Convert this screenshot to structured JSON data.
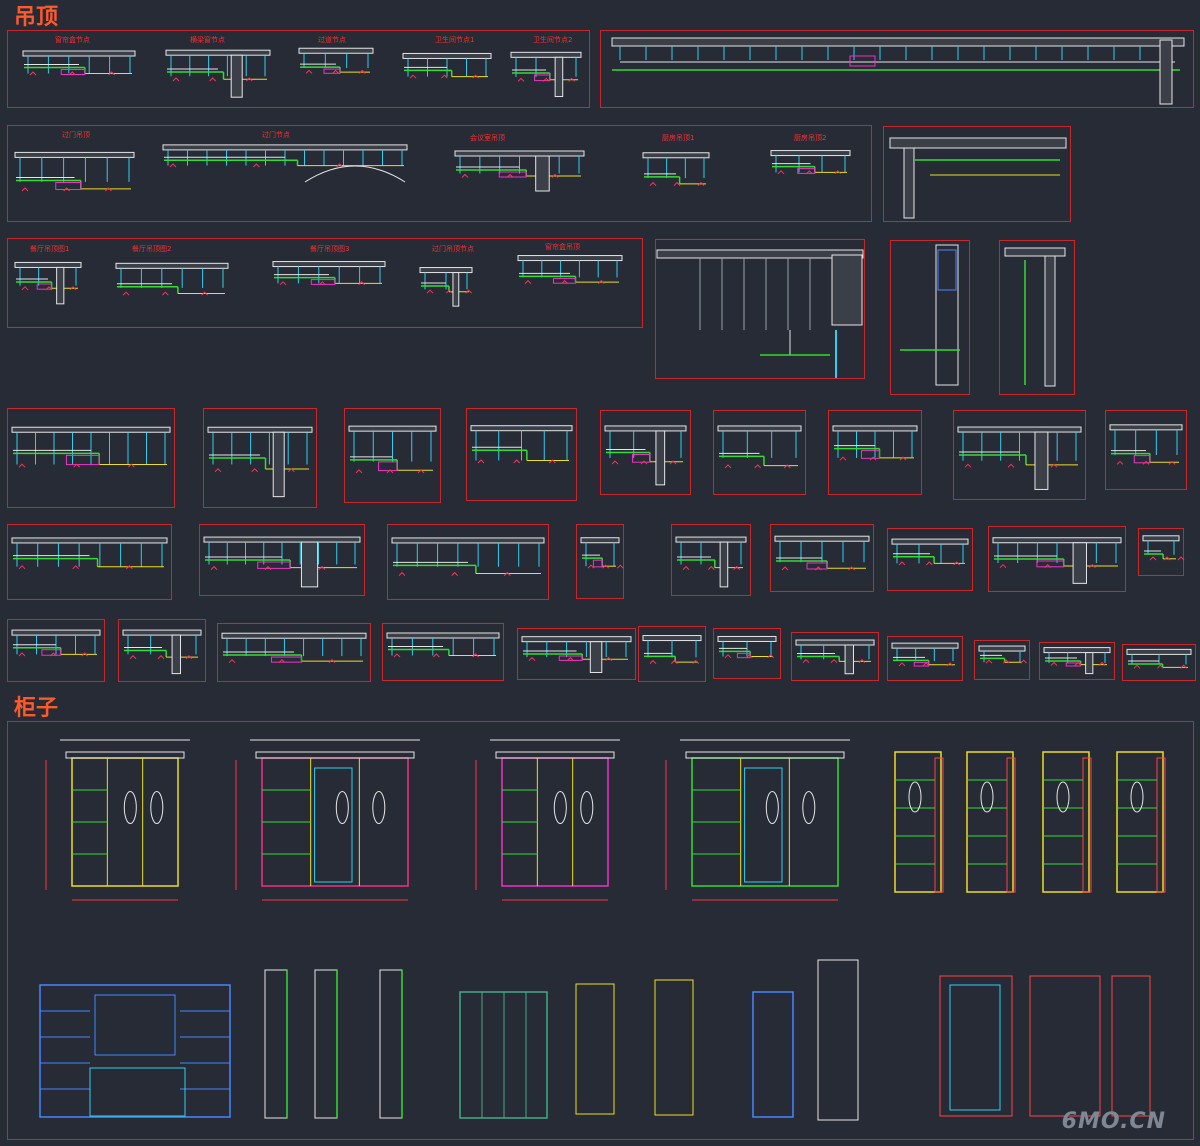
{
  "titles": {
    "ceiling": "吊顶",
    "cabinet": "柜子"
  },
  "watermark": "6MO.CN",
  "colors": {
    "background": "#262b35",
    "title": "#ff5a2a",
    "frame": "#c8282a",
    "label": "#ff3030",
    "line_white": "#e6e6e6",
    "line_green": "#33dd33",
    "line_cyan": "#33ccee",
    "line_yellow": "#eedd22",
    "line_magenta": "#ee33cc",
    "line_blue": "#4488ff"
  },
  "labels": {
    "row1": [
      "窗帘盒节点",
      "横梁窗节点",
      "过道节点",
      "卫生间节点1",
      "卫生间节点2"
    ],
    "row2": [
      "过门吊顶",
      "过门节点",
      "会议室吊顶",
      "厨房吊顶1",
      "厨房吊顶2"
    ],
    "row3": [
      "餐厅吊顶图1",
      "餐厅吊顶图2",
      "餐厅吊顶图3",
      "过门吊顶节点",
      "窗帘盒吊顶"
    ]
  }
}
